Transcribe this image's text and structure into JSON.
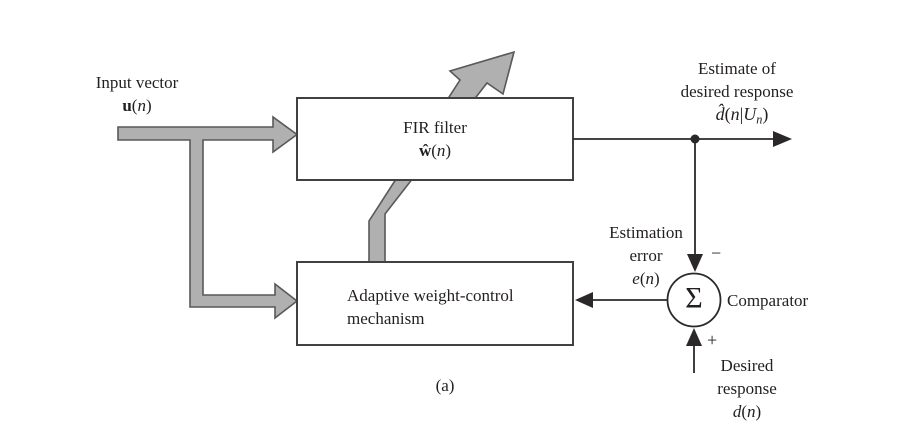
{
  "colors": {
    "background": "#ffffff",
    "arrow_fill": "#b0b0b0",
    "arrow_outline": "#58595b",
    "wire": "#2b2829",
    "box_border": "#414042",
    "text": "#231f20"
  },
  "boxes": {
    "fir": {
      "title": "FIR filter",
      "w_hat": "ŵ",
      "open": "(",
      "var": "n",
      "close": ")"
    },
    "adaptive": {
      "line1": "Adaptive weight-control",
      "line2": "mechanism"
    }
  },
  "comparator": {
    "symbol": "Σ",
    "label": "Comparator",
    "minus": "−",
    "plus": "+"
  },
  "labels": {
    "input": {
      "title": "Input vector",
      "sym": "u",
      "open": "(",
      "var": "n",
      "close": ")"
    },
    "estimate": {
      "line1": "Estimate of",
      "line2": "desired response",
      "d_hat": "d̂",
      "open": "(",
      "var": "n",
      "bar": "|",
      "set": "U",
      "sub": "n",
      "close": ")"
    },
    "error": {
      "line1": "Estimation",
      "line2": "error",
      "sym": "e",
      "open": "(",
      "var": "n",
      "close": ")"
    },
    "desired": {
      "line1": "Desired",
      "line2": "response",
      "sym": "d",
      "open": "(",
      "var": "n",
      "close": ")"
    },
    "caption": "(a)"
  }
}
